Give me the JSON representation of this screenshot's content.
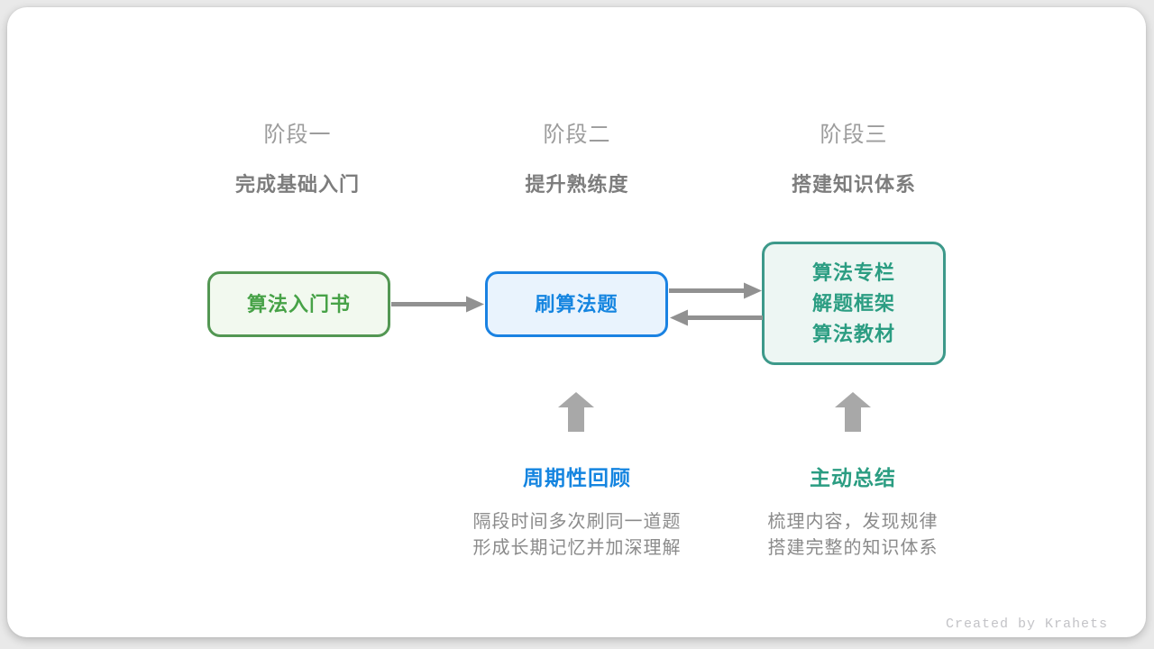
{
  "stages": [
    {
      "label": "阶段一",
      "subtitle": "完成基础入门"
    },
    {
      "label": "阶段二",
      "subtitle": "提升熟练度"
    },
    {
      "label": "阶段三",
      "subtitle": "搭建知识体系"
    }
  ],
  "nodes": [
    {
      "lines": [
        "算法入门书"
      ],
      "color": "#47a247"
    },
    {
      "lines": [
        "刷算法题"
      ],
      "color": "#1585e0"
    },
    {
      "lines": [
        "算法专栏",
        "解题框架",
        "算法教材"
      ],
      "color": "#2b9d82"
    }
  ],
  "edges": [
    {
      "from": "算法入门书",
      "to": "刷算法题",
      "direction": "right"
    },
    {
      "from": "刷算法题",
      "to": "算法专栏 / 解题框架 / 算法教材",
      "direction": "right"
    },
    {
      "from": "算法专栏 / 解题框架 / 算法教材",
      "to": "刷算法题",
      "direction": "left"
    }
  ],
  "up_arrows": [
    {
      "points_to": "刷算法题"
    },
    {
      "points_to": "算法专栏 / 解题框架 / 算法教材"
    }
  ],
  "notes": [
    {
      "title": "周期性回顾",
      "desc_line1": "隔段时间多次刷同一道题",
      "desc_line2": "形成长期记忆并加深理解"
    },
    {
      "title": "主动总结",
      "desc_line1": "梳理内容，发现规律",
      "desc_line2": "搭建完整的知识体系"
    }
  ],
  "credit": "Created by Krahets",
  "colors": {
    "green_border": "#539753",
    "green_bg": "#f2f9ef",
    "green_text": "#47a247",
    "blue_border": "#1a82e2",
    "blue_bg": "#e9f3fd",
    "blue_text": "#1585e0",
    "teal_border": "#3d998a",
    "teal_bg": "#edf6f3",
    "teal_text": "#2b9d82",
    "arrow_gray": "#919191",
    "block_arrow_gray": "#a8a8a8",
    "stage_label_gray": "#9c9c9c",
    "stage_subtitle_gray": "#7d7d7d",
    "desc_gray": "#8b8b8b",
    "credit_gray": "#c3c3c7"
  }
}
